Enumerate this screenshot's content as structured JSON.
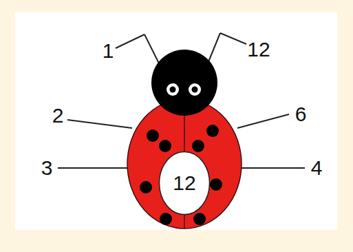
{
  "diagram": {
    "nodes": [
      {
        "text": [
          "12"
        ]
      }
    ],
    "labels": [
      "1",
      "12",
      "2",
      "6",
      "3",
      "4"
    ]
  }
}
